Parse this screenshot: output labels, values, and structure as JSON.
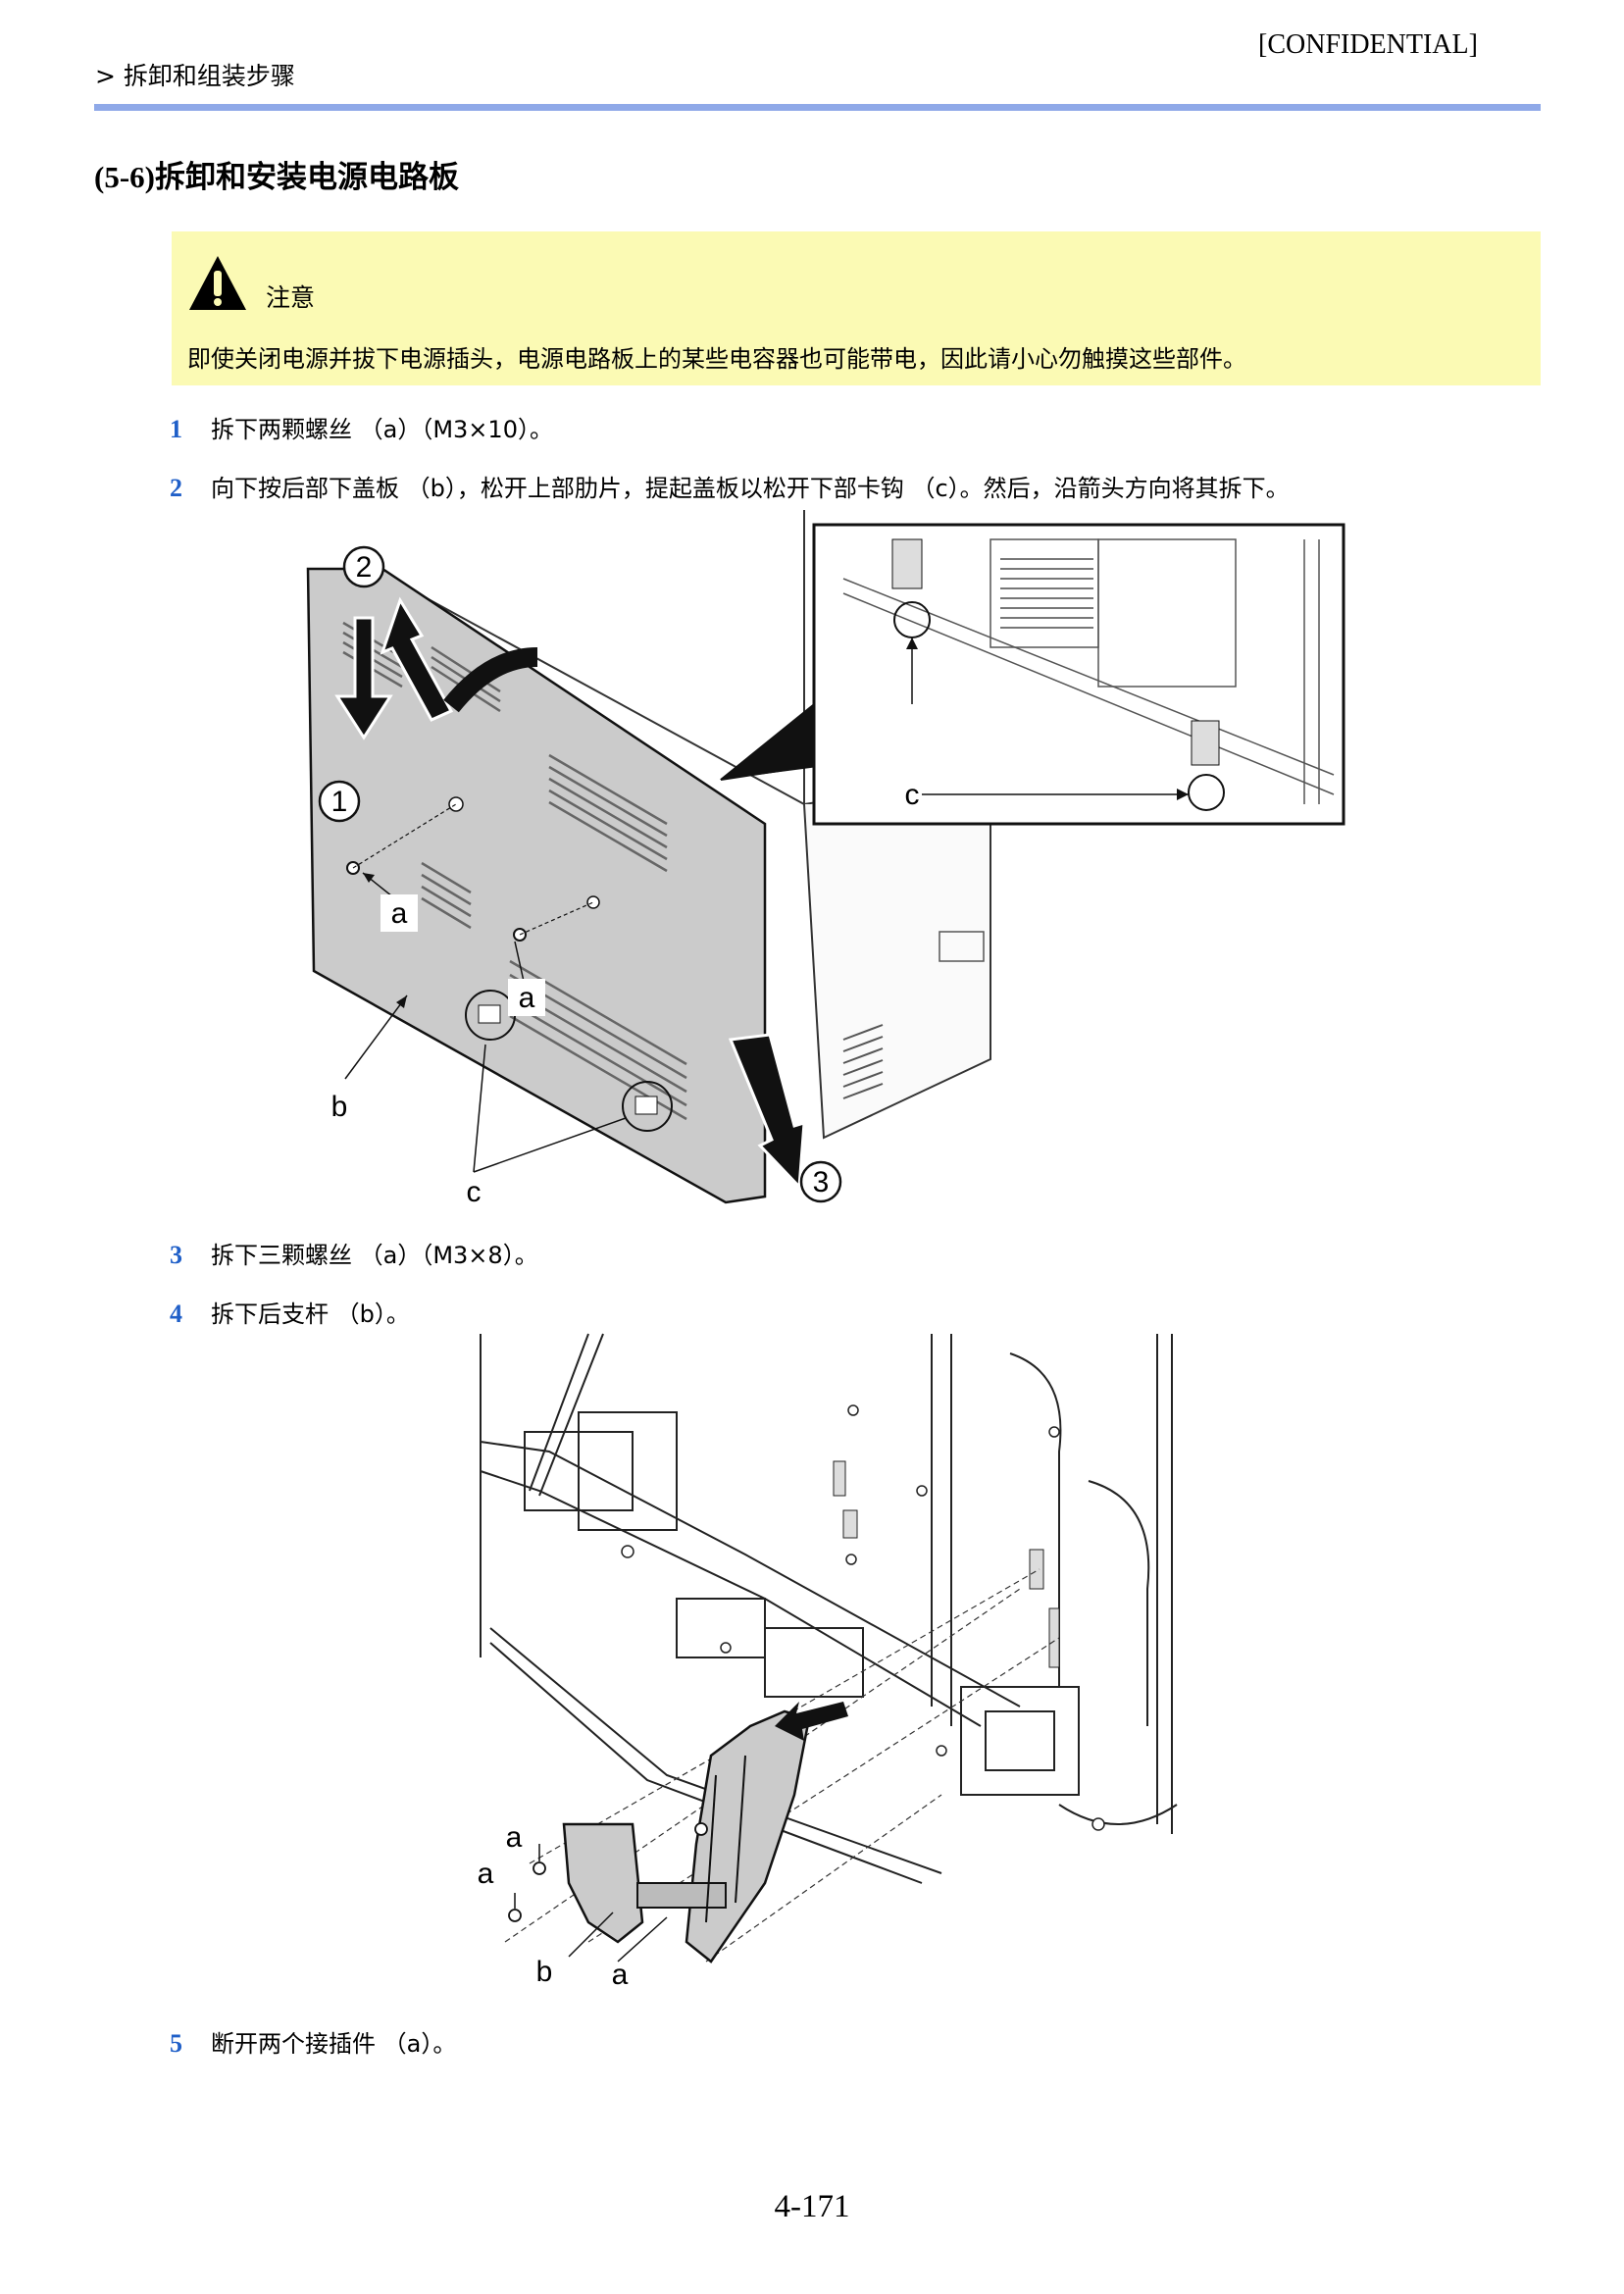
{
  "header": {
    "confidential": "[CONFIDENTIAL]",
    "breadcrumb": "> 拆卸和组装步骤"
  },
  "section": {
    "number": "(5-6)",
    "title": "拆卸和安装电源电路板"
  },
  "caution": {
    "label": "注意",
    "text": "即使关闭电源并拔下电源插头，电源电路板上的某些电容器也可能带电，因此请小心勿触摸这些部件。",
    "icon": "warning-icon"
  },
  "steps": [
    {
      "number": "1",
      "text": "拆下两颗螺丝 （a）（M3×10）。"
    },
    {
      "number": "2",
      "text": "向下按后部下盖板 （b），松开上部肋片，提起盖板以松开下部卡钩 （c）。然后，沿箭头方向将其拆下。"
    },
    {
      "number": "3",
      "text": "拆下三颗螺丝 （a）（M3×8）。"
    },
    {
      "number": "4",
      "text": "拆下后支杆 （b）。"
    },
    {
      "number": "5",
      "text": "断开两个接插件 （a）。"
    }
  ],
  "figure1": {
    "labels": {
      "a1": "a",
      "a2": "a",
      "b": "b",
      "c": "c",
      "c_inset": "c",
      "n1": "1",
      "n2": "2",
      "n3": "3"
    }
  },
  "figure2": {
    "labels": {
      "a1": "a",
      "a2": "a",
      "a3": "a",
      "b": "b"
    }
  },
  "footer": {
    "page": "4-171"
  }
}
